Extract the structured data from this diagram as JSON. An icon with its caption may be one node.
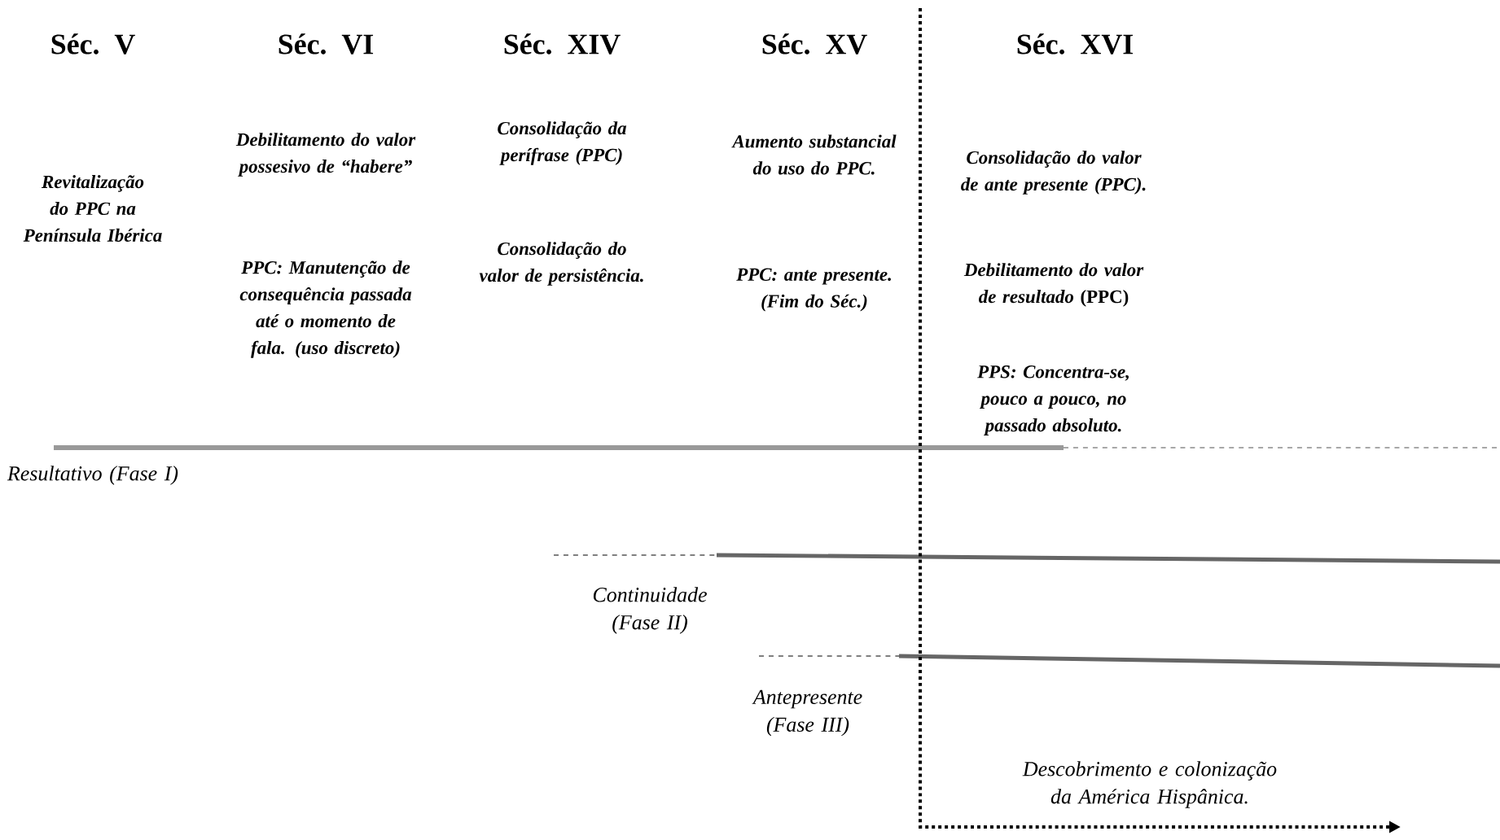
{
  "diagram": {
    "labels": [
      "Séc. V",
      "Séc. VI",
      "Séc. XIV",
      "Séc. XV",
      "Séc. XVI",
      "Revitalização do PPC na Península Ibérica",
      "Debilitamento do valor possesivo de “habere”",
      "PPC: Manutenção de consequência passada até o momento de fala. (uso discreto)",
      "Consolidação da perífrase (PPC)",
      "Consolidação do valor de persistência.",
      "Aumento substancial do uso do PPC.",
      "PPC: ante presente. (Fim do Séc.)",
      "Consolidação do valor de ante presente (PPC).",
      "*Debilitamento do valor de resultado* (PPC)",
      "PPS: Concentra-se, pouco a pouco, no passado absoluto.",
      "Resultativo (Fase I)",
      "Continuidade (Fase II)",
      "Antepresente (Fase III)",
      "Descobrimento e colonização da América Hispânica."
    ]
  }
}
